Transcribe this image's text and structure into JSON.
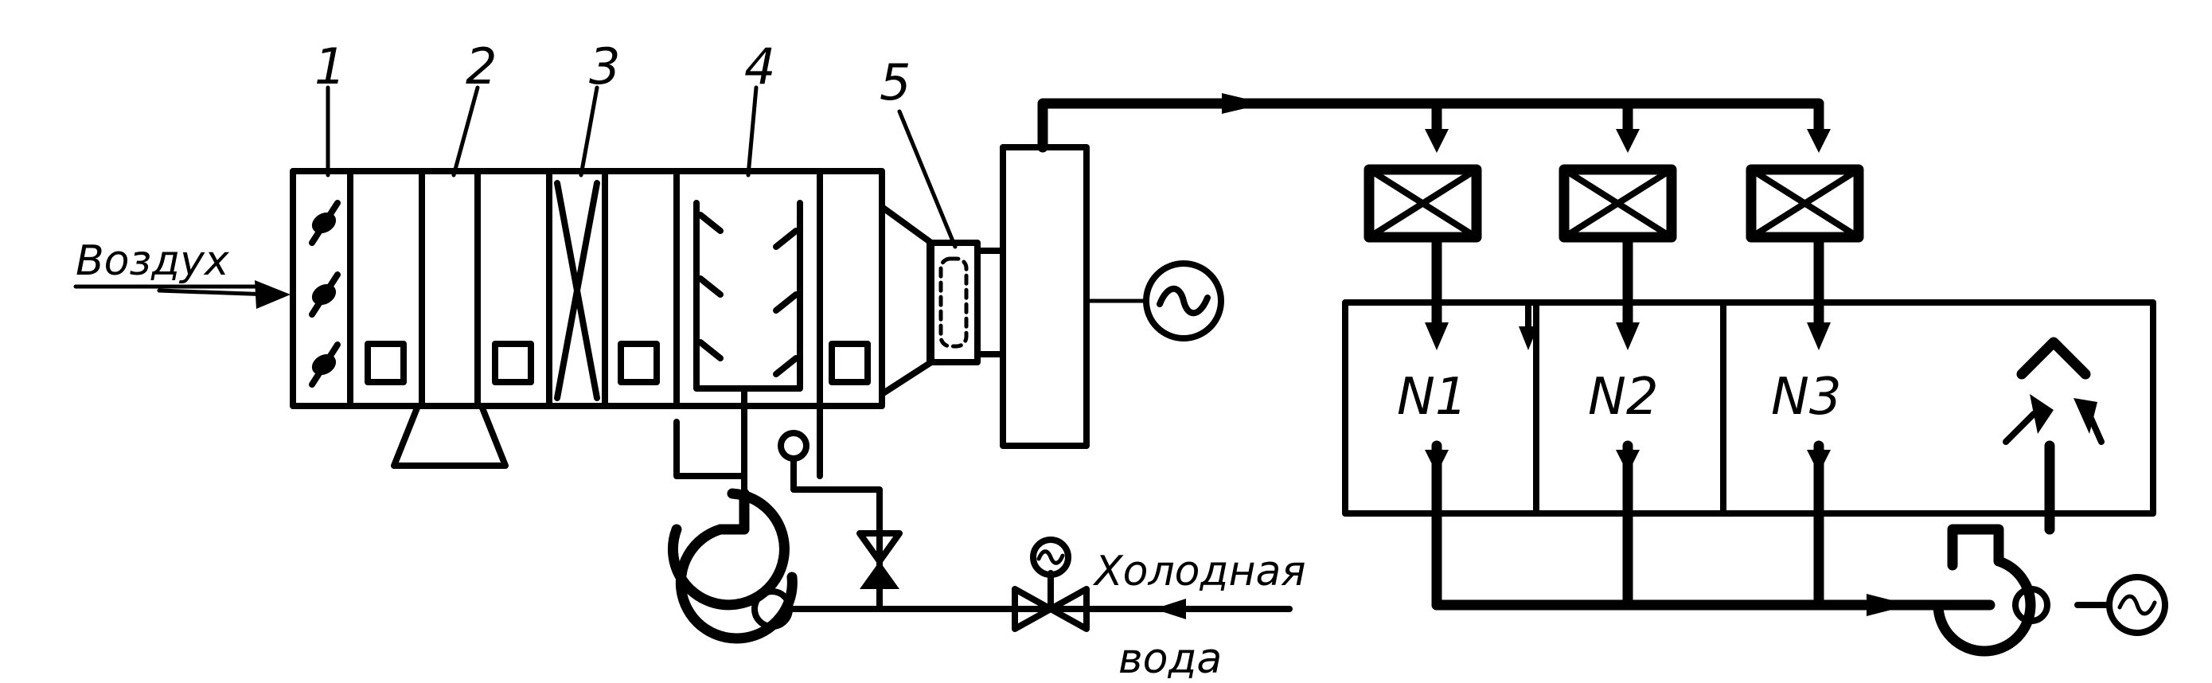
{
  "section_numbers": [
    "1",
    "2",
    "3",
    "4",
    "5"
  ],
  "room_labels": [
    "N1",
    "N2",
    "N3"
  ],
  "inlet_label": "Воздух",
  "water_label_line1": "Холодная",
  "water_label_line2": "вода",
  "colors": {
    "line": "#000000",
    "background": "#ffffff"
  }
}
